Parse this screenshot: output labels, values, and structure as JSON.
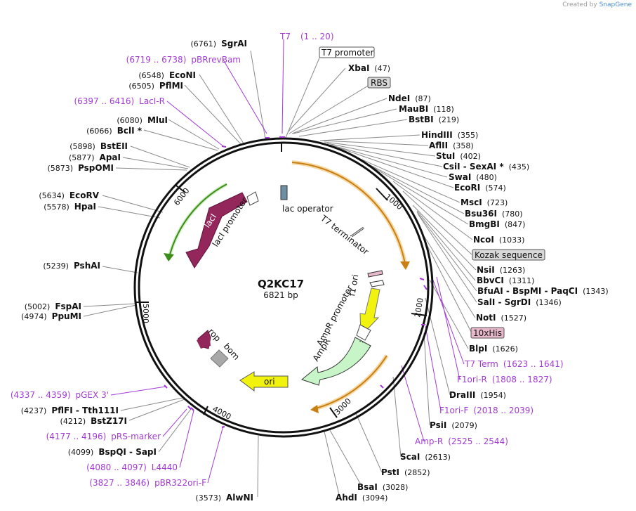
{
  "credit": {
    "prefix": "Created by",
    "brand": "SnapGene"
  },
  "plasmid": {
    "name": "Q2KC17",
    "size": "6821 bp"
  },
  "ticks": [
    "1000",
    "2000",
    "3000",
    "4000",
    "5000",
    "6000"
  ],
  "sites": [
    {
      "name": "T7",
      "pos": "(1 .. 20)",
      "primer": true
    },
    {
      "name": "SgrAI",
      "pos": "(6761)"
    },
    {
      "name": "pBRrevBam",
      "pos": "(6719 .. 6738)",
      "primer": true
    },
    {
      "name": "EcoNI",
      "pos": "(6548)"
    },
    {
      "name": "PflMI",
      "pos": "(6505)"
    },
    {
      "name": "LacI-R",
      "pos": "(6397 .. 6416)",
      "primer": true
    },
    {
      "name": "MluI",
      "pos": "(6080)"
    },
    {
      "name": "BclI *",
      "pos": "(6066)"
    },
    {
      "name": "BstEII",
      "pos": "(5898)"
    },
    {
      "name": "ApaI",
      "pos": "(5877)"
    },
    {
      "name": "PspOMI",
      "pos": "(5873)"
    },
    {
      "name": "EcoRV",
      "pos": "(5634)"
    },
    {
      "name": "HpaI",
      "pos": "(5578)"
    },
    {
      "name": "PshAI",
      "pos": "(5239)"
    },
    {
      "name": "FspAI",
      "pos": "(5002)"
    },
    {
      "name": "PpuMI",
      "pos": "(4974)"
    },
    {
      "name": "pGEX 3'",
      "pos": "(4337 .. 4359)",
      "primer": true
    },
    {
      "name": "PflFI - Tth111I",
      "pos": "(4237)"
    },
    {
      "name": "BstZ17I",
      "pos": "(4212)"
    },
    {
      "name": "pRS-marker",
      "pos": "(4177 .. 4196)",
      "primer": true
    },
    {
      "name": "BspQI - SapI",
      "pos": "(4099)"
    },
    {
      "name": "L4440",
      "pos": "(4080 .. 4097)",
      "primer": true
    },
    {
      "name": "pBR322ori-F",
      "pos": "(3827 .. 3846)",
      "primer": true
    },
    {
      "name": "AlwNI",
      "pos": "(3573)"
    },
    {
      "name": "XbaI",
      "pos": "(47)"
    },
    {
      "name": "NdeI",
      "pos": "(87)"
    },
    {
      "name": "MauBI",
      "pos": "(118)"
    },
    {
      "name": "BstBI",
      "pos": "(219)"
    },
    {
      "name": "HindIII",
      "pos": "(355)"
    },
    {
      "name": "AflII",
      "pos": "(358)"
    },
    {
      "name": "StuI",
      "pos": "(402)"
    },
    {
      "name": "CsiI - SexAI *",
      "pos": "(435)"
    },
    {
      "name": "SwaI",
      "pos": "(480)"
    },
    {
      "name": "EcoRI",
      "pos": "(574)"
    },
    {
      "name": "MscI",
      "pos": "(723)"
    },
    {
      "name": "Bsu36I",
      "pos": "(780)"
    },
    {
      "name": "BmgBI",
      "pos": "(847)"
    },
    {
      "name": "NcoI",
      "pos": "(1033)"
    },
    {
      "name": "NsiI",
      "pos": "(1263)"
    },
    {
      "name": "BbvCI",
      "pos": "(1311)"
    },
    {
      "name": "BfuAI - BspMI - PaqCI",
      "pos": "(1343)"
    },
    {
      "name": "SalI - SgrDI",
      "pos": "(1346)"
    },
    {
      "name": "NotI",
      "pos": "(1527)"
    },
    {
      "name": "BlpI",
      "pos": "(1626)"
    },
    {
      "name": "T7 Term",
      "pos": "(1623 .. 1641)",
      "primer": true
    },
    {
      "name": "F1ori-R",
      "pos": "(1808 .. 1827)",
      "primer": true
    },
    {
      "name": "DraIII",
      "pos": "(1954)"
    },
    {
      "name": "F1ori-F",
      "pos": "(2018 .. 2039)",
      "primer": true
    },
    {
      "name": "PsiI",
      "pos": "(2079)"
    },
    {
      "name": "Amp-R",
      "pos": "(2525 .. 2544)",
      "primer": true
    },
    {
      "name": "ScaI",
      "pos": "(2613)"
    },
    {
      "name": "PstI",
      "pos": "(2852)"
    },
    {
      "name": "BsaI",
      "pos": "(3028)"
    },
    {
      "name": "AhdI",
      "pos": "(3094)"
    }
  ],
  "boxed_labels": [
    "T7 promoter",
    "RBS",
    "Kozak sequence",
    "10xHis"
  ],
  "features": {
    "lac_operator": "lac operator",
    "t7_terminator": "T7 terminator",
    "f1_ori": "f1 ori",
    "ampr_promoter": "AmpR promoter",
    "ampr": "AmpR",
    "ori": "ori",
    "rop": "rop",
    "bom": "bom",
    "lacI": "lacI",
    "lacI_promoter": "lacI promoter"
  },
  "colors": {
    "lacI": "#93275c",
    "green_arc": "#3d8c1a",
    "orange_arc": "#c87f14",
    "ampR": "#c8f5c8",
    "ori": "#f2f20f",
    "f1_ori": "#f2f20f",
    "bom": "#a8a8a8",
    "primer": "#a23bd6",
    "his_box": "#e6b8c9",
    "gray_box": "#d8d8d8"
  }
}
